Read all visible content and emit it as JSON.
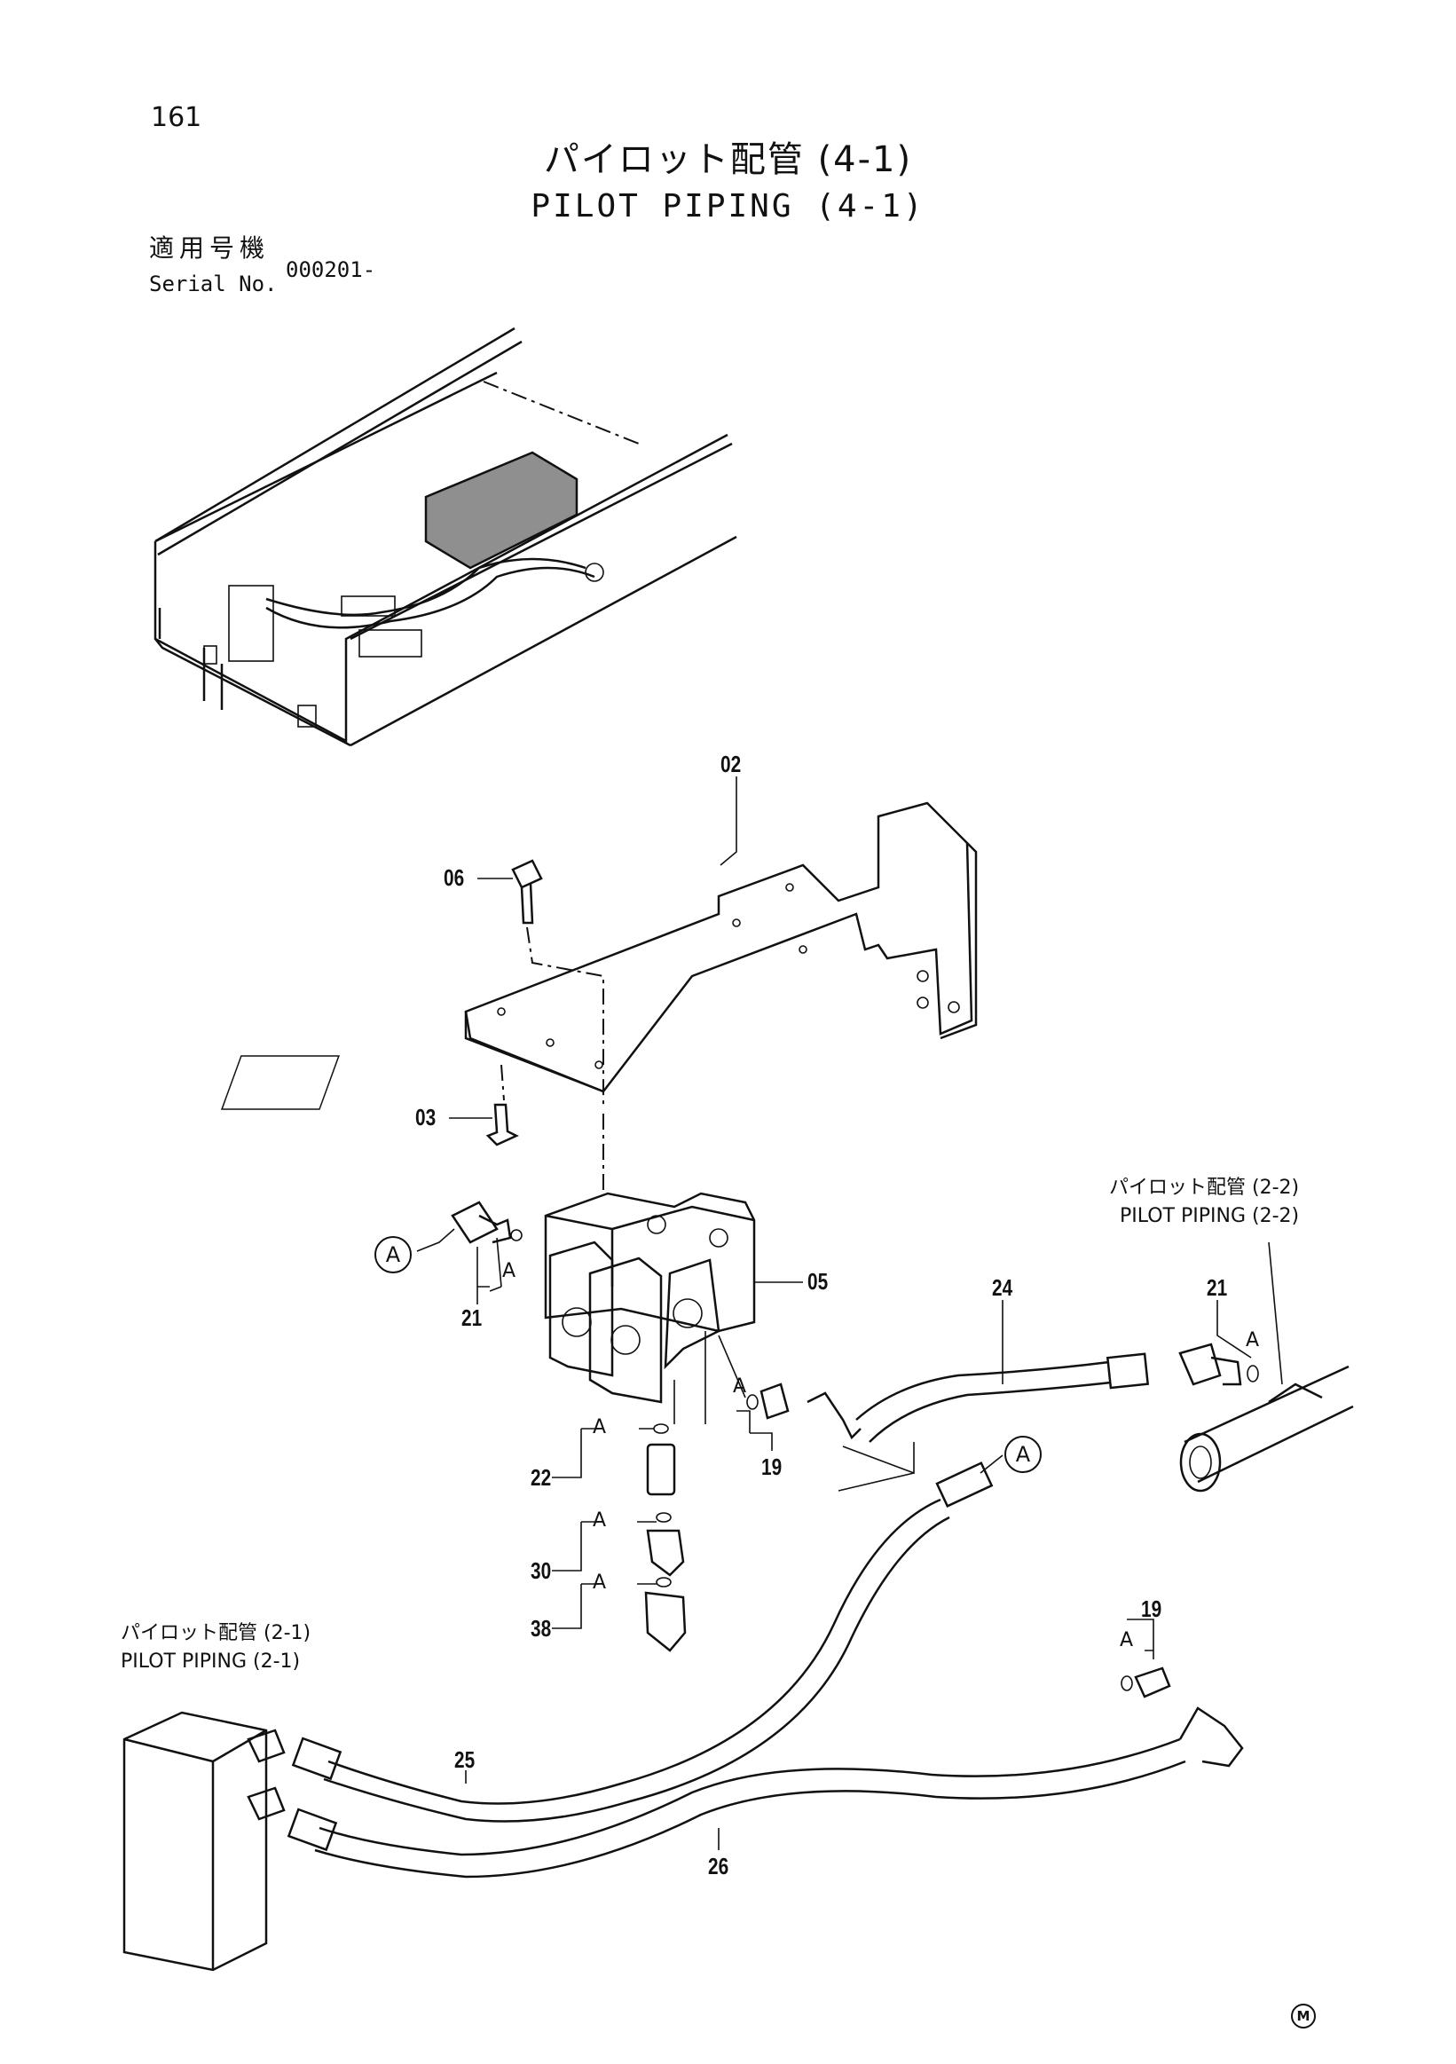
{
  "page": {
    "number": "161"
  },
  "title": {
    "jp": "パイロット配管 (4-1)",
    "en": "PILOT PIPING (4-1)"
  },
  "serial": {
    "label_jp": "適用号機",
    "label_en": "Serial No.",
    "value": "000201-"
  },
  "refs": {
    "pilot_2_2_jp": "パイロット配管 (2-2)",
    "pilot_2_2_en": "PILOT PIPING (2-2)",
    "pilot_2_1_jp": "パイロット配管 (2-1)",
    "pilot_2_1_en": "PILOT PIPING (2-1)"
  },
  "connector_mark": "A",
  "sub_mark": "A",
  "parts": [
    "02",
    "06",
    "03",
    "05",
    "21",
    "24",
    "19",
    "22",
    "30",
    "38",
    "25",
    "26"
  ],
  "footer_mark": "M"
}
